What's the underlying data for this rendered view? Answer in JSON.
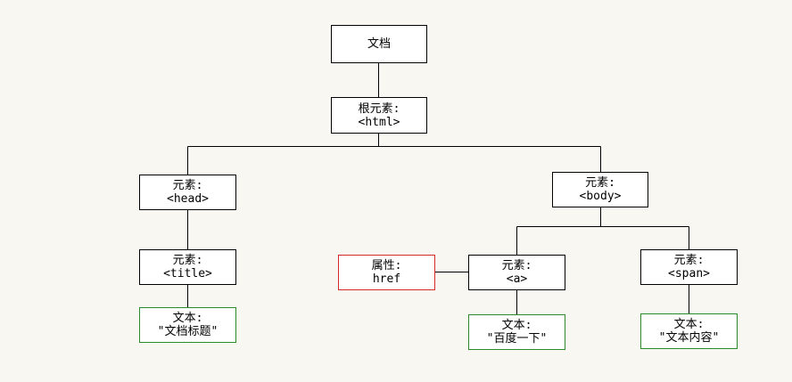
{
  "colors": {
    "background": "#f9f7f1",
    "element_border": "#000000",
    "text_border": "#2a8a2a",
    "attribute_border": "#d42a2a"
  },
  "nodes": {
    "document": {
      "line1": "文档"
    },
    "html": {
      "line1": "根元素:",
      "line2": "<html>"
    },
    "head": {
      "line1": "元素:",
      "line2": "<head>"
    },
    "body": {
      "line1": "元素:",
      "line2": "<body>"
    },
    "title": {
      "line1": "元素:",
      "line2": "<title>"
    },
    "title_text": {
      "line1": "文本:",
      "line2": "\"文档标题\""
    },
    "href_attr": {
      "line1": "属性:",
      "line2": "href"
    },
    "a": {
      "line1": "元素:",
      "line2": "<a>"
    },
    "a_text": {
      "line1": "文本:",
      "line2": "\"百度一下\""
    },
    "span": {
      "line1": "元素:",
      "line2": "<span>"
    },
    "span_text": {
      "line1": "文本:",
      "line2": "\"文本内容\""
    }
  }
}
